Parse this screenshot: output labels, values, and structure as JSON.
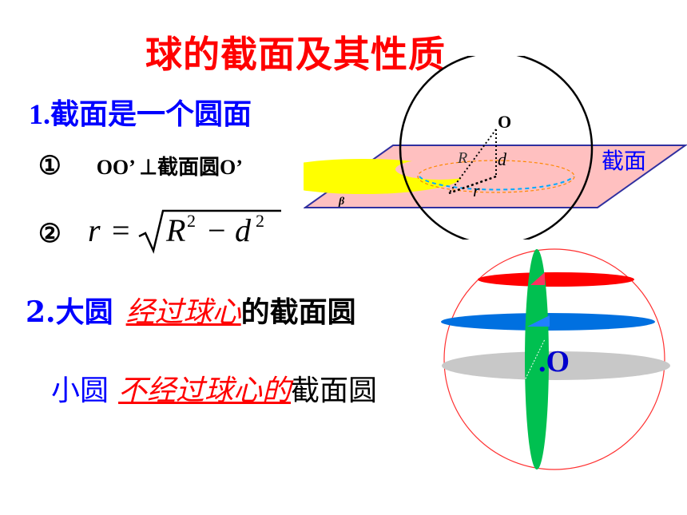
{
  "title": "球的截面及其性质",
  "point1": {
    "number": "1.",
    "text": "截面是一个圆面"
  },
  "circle1": {
    "label": "①",
    "expr": "OO’ ⊥",
    "text": "截面圆",
    "point": "O’"
  },
  "circle2": {
    "label": "②",
    "formula": {
      "lhs": "r",
      "eq": "=",
      "R": "R",
      "d": "d",
      "exp": "2",
      "minus": "−"
    }
  },
  "point2": {
    "number": "2.",
    "term": "大圆",
    "highlight": "经过球心",
    "tail": "的截面圆"
  },
  "point3": {
    "term": "小圆",
    "highlight": "不经过球心的",
    "tail": "截面圆"
  },
  "diagram1": {
    "center": "O",
    "radius_big": "R",
    "distance": "d",
    "radius_small": "r",
    "plane_name": "β",
    "plane_label": "截面"
  },
  "diagram2": {
    "center": ".O"
  },
  "colors": {
    "title": "#ff0000",
    "heading": "#0000ff",
    "plane": "#ffc0c0",
    "yellow": "#ffff00",
    "red_disk": "#ff0000",
    "blue_disk": "#0070e0",
    "gray_disk": "#c8c8c8",
    "green_disk": "#00c050"
  }
}
